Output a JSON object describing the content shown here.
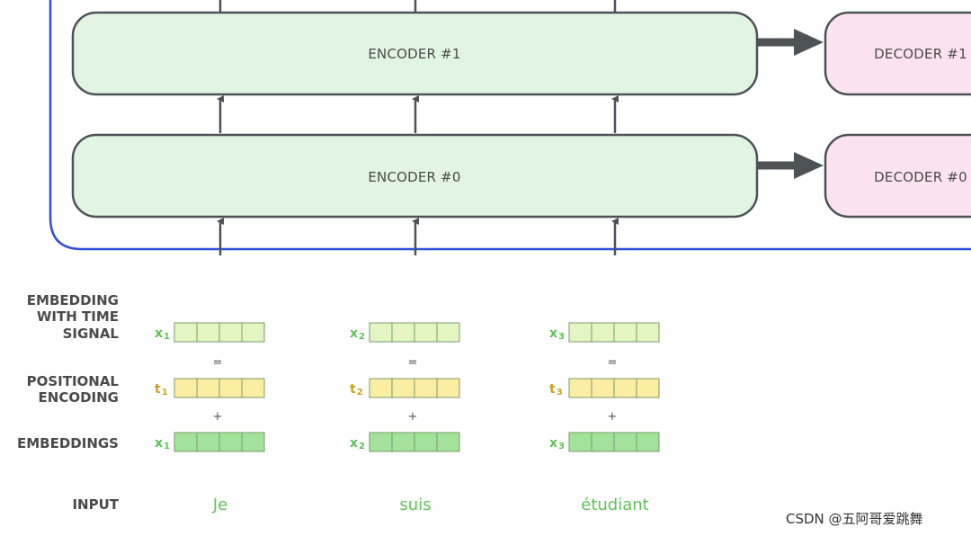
{
  "encoders": [
    {
      "label": "ENCODER #1"
    },
    {
      "label": "ENCODER #0"
    }
  ],
  "decoders": [
    {
      "label": "DECODER #1"
    },
    {
      "label": "DECODER #0"
    }
  ],
  "rows": {
    "time_signal": {
      "label_lines": [
        "EMBEDDING",
        "WITH TIME",
        "SIGNAL"
      ],
      "var": "x",
      "color": "#e2f5c3",
      "var_color": "#5cc455"
    },
    "positional": {
      "label_lines": [
        "POSITIONAL",
        "ENCODING"
      ],
      "var": "t",
      "color": "#fbeea3",
      "var_color": "#c9a21a"
    },
    "embeddings": {
      "label_lines": [
        "EMBEDDINGS"
      ],
      "var": "x",
      "color": "#a2e29a",
      "var_color": "#5cc455"
    },
    "input": {
      "label_lines": [
        "INPUT"
      ]
    }
  },
  "columns": [
    {
      "sub": "1",
      "word": "Je"
    },
    {
      "sub": "2",
      "word": "suis"
    },
    {
      "sub": "3",
      "word": "étudiant"
    }
  ],
  "operators": {
    "equals": "=",
    "plus": "+"
  },
  "colors": {
    "encoder_fill": "#e2f5e2",
    "decoder_fill": "#fde3f1",
    "box_stroke": "#4d5257",
    "arrow": "#4d5257",
    "stack_outline": "#2f4fd8",
    "cell_stroke": "#7a9a6a"
  },
  "watermark": "CSDN @五阿哥爱跳舞"
}
